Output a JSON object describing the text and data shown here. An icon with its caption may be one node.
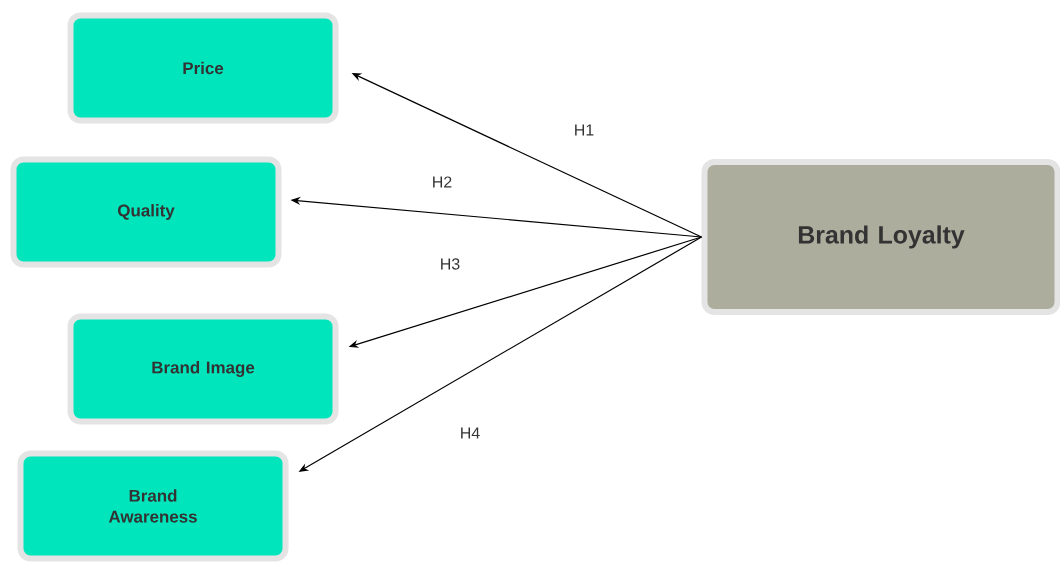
{
  "diagram": {
    "nodes": [
      {
        "text": [
          "Price"
        ]
      },
      {
        "text": [
          "Quality"
        ]
      },
      {
        "text": [
          "Brand Image"
        ]
      },
      {
        "text": [
          "Brand Awareness"
        ]
      },
      {
        "text": [
          "Brand Loyalty"
        ]
      }
    ],
    "edges": [
      {
        "from": 4,
        "to": 0,
        "arrow": "to",
        "label": "H1"
      },
      {
        "from": 4,
        "to": 1,
        "arrow": "to",
        "label": "H2"
      },
      {
        "from": 4,
        "to": 2,
        "arrow": "to",
        "label": "H3"
      },
      {
        "from": 4,
        "to": 3,
        "arrow": "to",
        "label": "H4"
      }
    ]
  }
}
